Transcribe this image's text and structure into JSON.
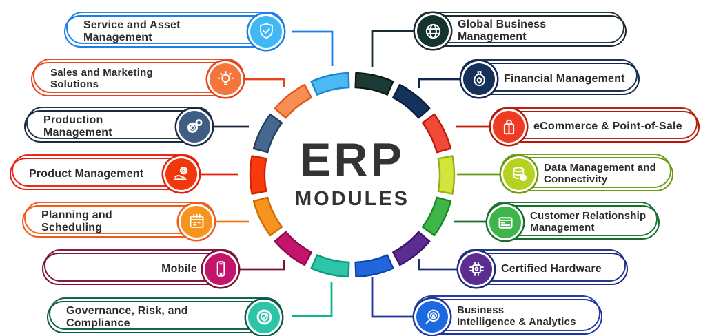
{
  "title": {
    "line1": "ERP",
    "line2": "MODULES"
  },
  "colors": {
    "background": "#ffffff",
    "text": "#2b2b2b",
    "title_text": "#333333"
  },
  "modules": {
    "left": [
      {
        "label": [
          "Service and Asset Management"
        ],
        "icon": "shield-check",
        "colors": {
          "border": "#1a7fe8",
          "icon_bg": "#3fb9f5",
          "line": "#1a7fe8"
        }
      },
      {
        "label": [
          "Sales and Marketing",
          "Solutions"
        ],
        "icon": "bulb",
        "colors": {
          "border": "#e8411b",
          "icon_bg": "#f4763d",
          "line": "#e8411b"
        }
      },
      {
        "label": [
          "Production Management"
        ],
        "icon": "gears",
        "colors": {
          "border": "#1a2940",
          "icon_bg": "#3f5d85",
          "line": "#1a2940"
        }
      },
      {
        "label": [
          "Product Management"
        ],
        "icon": "hand-gear",
        "colors": {
          "border": "#ea1c0d",
          "icon_bg": "#f1380d",
          "line": "#ea1c0d"
        }
      },
      {
        "label": [
          "Planning and Scheduling"
        ],
        "icon": "calendar",
        "colors": {
          "border": "#ef5a18",
          "icon_bg": "#f7941d",
          "line": "#f07818"
        }
      },
      {
        "label": [
          "Mobile"
        ],
        "icon": "phone",
        "colors": {
          "border": "#7d1133",
          "icon_bg": "#c2156b",
          "line": "#7d1133"
        }
      },
      {
        "label": [
          "Governance, Risk, and Compliance"
        ],
        "icon": "gear-shield",
        "colors": {
          "border": "#0a5c42",
          "icon_bg": "#2cc5a8",
          "line": "#12b48e"
        }
      }
    ],
    "right": [
      {
        "label": [
          "Global Business Management"
        ],
        "icon": "globe",
        "colors": {
          "border": "#1b2b33",
          "icon_bg": "#15332f",
          "line": "#1b2b33"
        }
      },
      {
        "label": [
          "Financial Management"
        ],
        "icon": "money-bag",
        "colors": {
          "border": "#12294d",
          "icon_bg": "#153158",
          "line": "#12294d"
        }
      },
      {
        "label": [
          "eCommerce & Point-of-Sale"
        ],
        "icon": "shop-bag",
        "colors": {
          "border": "#b51807",
          "icon_bg": "#ef3b24",
          "line": "#c41807"
        }
      },
      {
        "label": [
          "Data Management and",
          "Connectivity"
        ],
        "icon": "database-gear",
        "colors": {
          "border": "#6a9a10",
          "icon_bg": "#b5d220",
          "line": "#6a9a10"
        }
      },
      {
        "label": [
          "Customer Relationship",
          "Management"
        ],
        "icon": "crm-screen",
        "colors": {
          "border": "#176f2c",
          "icon_bg": "#3db54a",
          "line": "#176f2c"
        }
      },
      {
        "label": [
          "Certified Hardware"
        ],
        "icon": "chip",
        "colors": {
          "border": "#1b2d7d",
          "icon_bg": "#5c2d91",
          "line": "#1b2d7d"
        }
      },
      {
        "label": [
          "Business",
          "Intelligence & Analytics"
        ],
        "icon": "search-target",
        "colors": {
          "border": "#1d33a0",
          "icon_bg": "#1d6ae0",
          "line": "#1d33a0"
        }
      }
    ]
  },
  "ring": {
    "segments": [
      {
        "name": "global-business-management",
        "fill": "#1d3b36",
        "outline": "#0c1a16"
      },
      {
        "name": "financial-management",
        "fill": "#14335c",
        "outline": "#081f3d"
      },
      {
        "name": "ecommerce-point-of-sale",
        "fill": "#f14a3b",
        "outline": "#c3180a"
      },
      {
        "name": "data-management-connectivity",
        "fill": "#d3e43b",
        "outline": "#93b117"
      },
      {
        "name": "customer-relationship-management",
        "fill": "#3eb549",
        "outline": "#1a8a28"
      },
      {
        "name": "certified-hardware",
        "fill": "#5b2d91",
        "outline": "#3a1470"
      },
      {
        "name": "business-intelligence-analytics",
        "fill": "#2166dd",
        "outline": "#0c45ad"
      },
      {
        "name": "governance-risk-compliance",
        "fill": "#2cc5a8",
        "outline": "#0b9a7e"
      },
      {
        "name": "mobile",
        "fill": "#c2156b",
        "outline": "#8c0c4a"
      },
      {
        "name": "planning-and-scheduling",
        "fill": "#f7941e",
        "outline": "#cf6d05"
      },
      {
        "name": "product-management",
        "fill": "#f93a0c",
        "outline": "#cc2503"
      },
      {
        "name": "production-management",
        "fill": "#44688f",
        "outline": "#263f5c"
      },
      {
        "name": "sales-and-marketing",
        "fill": "#f78e54",
        "outline": "#e55517"
      },
      {
        "name": "service-and-asset",
        "fill": "#4db9f2",
        "outline": "#1486d3"
      }
    ]
  }
}
